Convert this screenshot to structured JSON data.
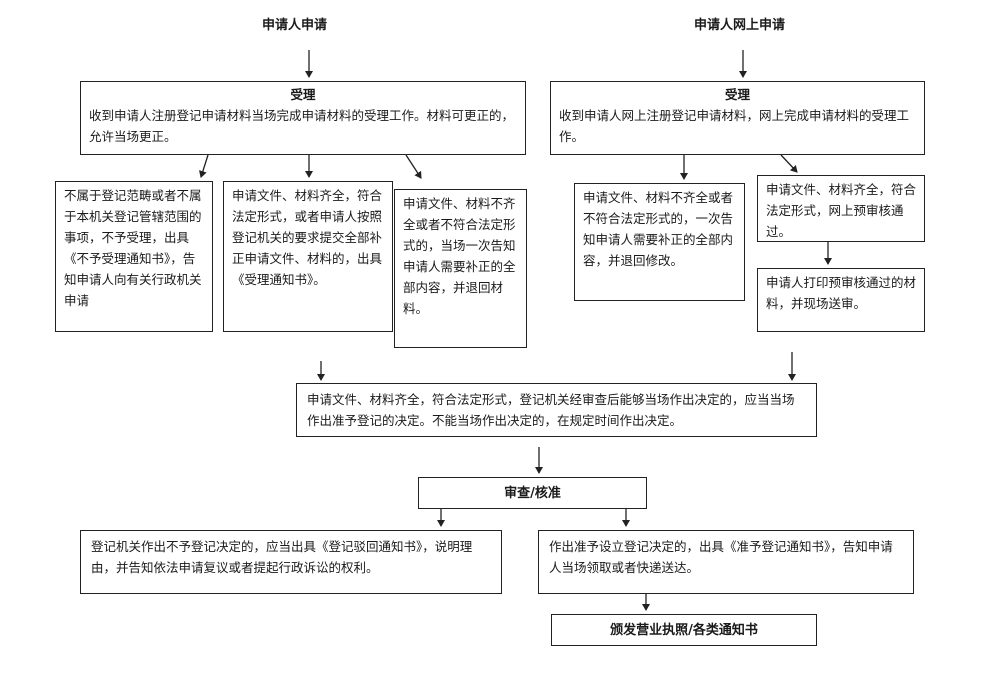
{
  "titles": {
    "left": "申请人申请",
    "right": "申请人网上申请"
  },
  "accept_left": {
    "heading": "受理",
    "text": "收到申请人注册登记申请材料当场完成申请材料的受理工作。材料可更正的，允许当场更正。"
  },
  "accept_right": {
    "heading": "受理",
    "text": "收到申请人网上注册登记申请材料，网上完成申请材料的受理工作。"
  },
  "branches": {
    "not_in_scope": "不属于登记范畴或者不属于本机关登记管辖范围的事项，不予受理，出具《不予受理通知书》，告知申请人向有关行政机关申请",
    "complete_left": "申请文件、材料齐全，符合法定形式，或者申请人按照登记机关的要求提交全部补正申请文件、材料的，出具《受理通知书》。",
    "incomplete_left": "申请文件、材料不齐全或者不符合法定形式的，当场一次告知申请人需要补正的全部内容，并退回材料。",
    "incomplete_right": "申请文件、材料不齐全或者不符合法定形式的，一次告知申请人需要补正的全部内容，并退回修改。",
    "complete_right": "申请文件、材料齐全，符合法定形式，网上预审核通过。",
    "print_submit": "申请人打印预审核通过的材料，并现场送审。"
  },
  "decision": "申请文件、材料齐全，符合法定形式，登记机关经审查后能够当场作出决定的，应当当场作出准予登记的决定。不能当场作出决定的，在规定时间作出决定。",
  "review": "审查/核准",
  "outcomes": {
    "reject": "登记机关作出不予登记决定的，应当出具《登记驳回通知书》，说明理由，并告知依法申请复议或者提起行政诉讼的权利。",
    "approve": "作出准予设立登记决定的，出具《准予登记通知书》，告知申请人当场领取或者快递送达。"
  },
  "issue": "颁发营业执照/各类通知书"
}
